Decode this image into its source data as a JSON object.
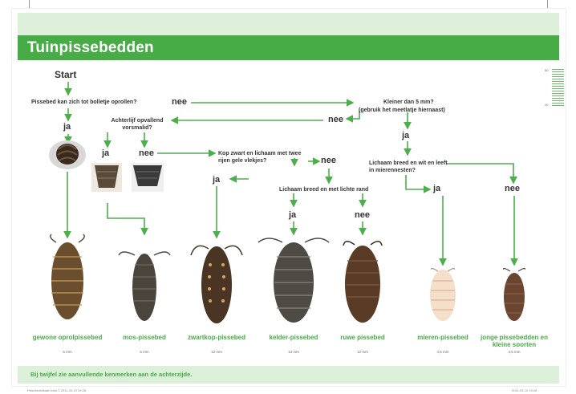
{
  "title": "Tuinpissebedden",
  "start": "Start",
  "questions": {
    "q1": "Pissebed kan zich tot bolletje oprollen?",
    "q2": "Achterlijf opvallend vorsmalid?",
    "q3": "Kleiner dan 5 mm?",
    "q3_sub": "(gebruik het meetlatje hiernaast)",
    "q4": "Kop zwart en lichaam met twee rijen gele vlekjes?",
    "q5": "Lichaam breed en met lichte rand",
    "q6": "Lichaam breed en wit en leeft in mierennesten?"
  },
  "answers": {
    "yes": "ja",
    "no": "nee"
  },
  "species": [
    {
      "name": "gewone oprolpissebed",
      "size": "6 mm"
    },
    {
      "name": "mos-pissebed",
      "size": "6 mm"
    },
    {
      "name": "zwartkop-pissebed",
      "size": "12 mm"
    },
    {
      "name": "kelder-pissebed",
      "size": "13 mm"
    },
    {
      "name": "ruwe pissebed",
      "size": "12 mm"
    },
    {
      "name": "mieren-pissebed",
      "size": "4,5 mm"
    },
    {
      "name": "jonge pissebedden en kleine soorten",
      "size": "4,5 mm"
    }
  ],
  "ruler": {
    "top": "50",
    "bottom": "40"
  },
  "footer_note": "Bij twijfel zie aanvullende kenmerken aan de achterzijde.",
  "print_left": "Pissebedtekaart.indd 1   2011-03-10 19:28",
  "print_right": "2011-03-10   19:28",
  "colors": {
    "green": "#47ac45",
    "light_green": "#dcefd9",
    "arrow": "#4caf4a"
  }
}
